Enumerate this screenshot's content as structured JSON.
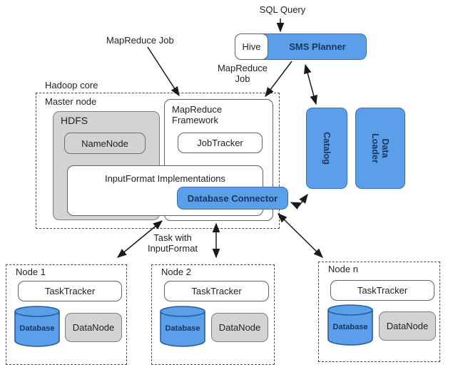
{
  "labels": {
    "sql_query": "SQL Query",
    "mapreduce_job_top": "MapReduce Job",
    "mapreduce_job_side": "MapReduce\nJob",
    "hadoop_core": "Hadoop core",
    "master_node": "Master node",
    "task_with_inputformat": "Task with\nInputFormat"
  },
  "boxes": {
    "hive": "Hive",
    "sms_planner": "SMS Planner",
    "hdfs": "HDFS",
    "namenode": "NameNode",
    "mapreduce_framework": "MapReduce\nFramework",
    "jobtracker": "JobTracker",
    "inputformat_implementations": "InputFormat Implementations",
    "database_connector": "Database Connector",
    "catalog": "Catalog",
    "data_loader": "Data\nLoader"
  },
  "nodes": [
    {
      "label": "Node 1",
      "tasktracker": "TaskTracker",
      "database": "Database",
      "datanode": "DataNode"
    },
    {
      "label": "Node 2",
      "tasktracker": "TaskTracker",
      "database": "Database",
      "datanode": "DataNode"
    },
    {
      "label": "Node n",
      "tasktracker": "TaskTracker",
      "database": "Database",
      "datanode": "DataNode"
    }
  ],
  "colors": {
    "blue_fill": "#5b9ee9",
    "blue_border": "#3a6ea8",
    "navy_text": "#17375e",
    "gray_fill": "#d3d3d3",
    "gray_border": "#7d7d7d",
    "white_box_border": "#5f5f5f",
    "dashed_border": "#4a4a4a",
    "arrow_line": "#1a1a1a",
    "background": "#ffffff"
  }
}
